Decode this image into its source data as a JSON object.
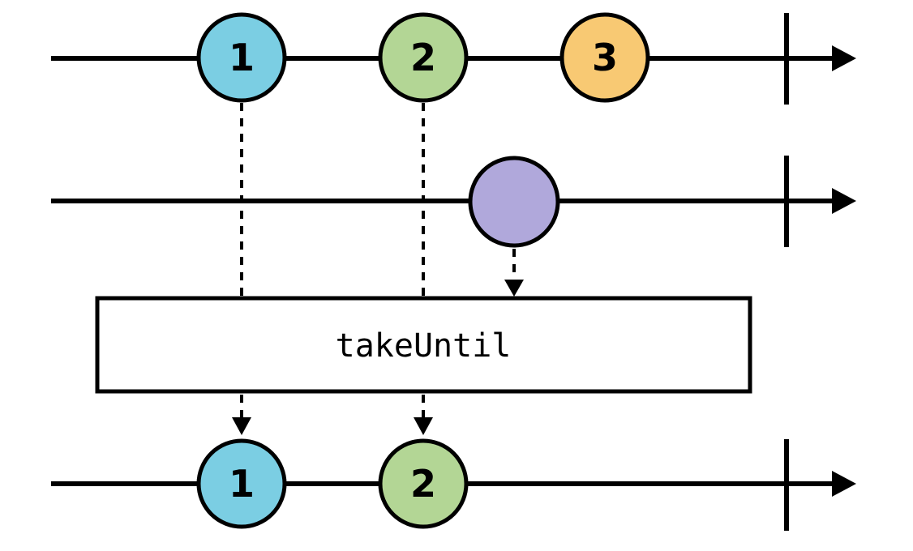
{
  "colors": {
    "stroke": "#000000",
    "text": "#000000",
    "box_fill": "#ffffff",
    "marble_blue": "#7BCEE3",
    "marble_green": "#B3D695",
    "marble_orange": "#F8C973",
    "marble_purple": "#B0A8DB"
  },
  "operator_box": {
    "label": "takeUntil"
  },
  "source_stream": {
    "marbles": [
      {
        "label": "1",
        "fill": "#7BCEE3"
      },
      {
        "label": "2",
        "fill": "#B3D695"
      },
      {
        "label": "3",
        "fill": "#F8C973"
      }
    ]
  },
  "notifier_stream": {
    "marbles": [
      {
        "fill": "#B0A8DB"
      }
    ]
  },
  "output_stream": {
    "marbles": [
      {
        "label": "1",
        "fill": "#7BCEE3"
      },
      {
        "label": "2",
        "fill": "#B3D695"
      }
    ]
  }
}
